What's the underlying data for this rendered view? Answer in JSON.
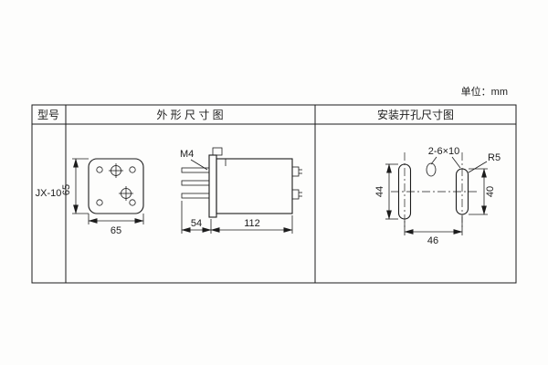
{
  "page": {
    "unit_label": "单位：mm"
  },
  "table": {
    "header_model": "型号",
    "header_outline": "外 形 尺 寸 图",
    "header_mounting": "安装开孔尺寸图",
    "model": "JX-10"
  },
  "outline_drawing": {
    "front_height": "65",
    "front_width": "65",
    "thread_label": "M4",
    "socket_depth": "54",
    "body_length": "112"
  },
  "mounting_drawing": {
    "holes_label": "2-6×10",
    "corner_radius_label": "R5",
    "left_slot_span": "44",
    "right_slot_span": "40",
    "horizontal_span": "46"
  },
  "colors": {
    "line": "#1c1c1c",
    "background": "#fdfdfc"
  }
}
